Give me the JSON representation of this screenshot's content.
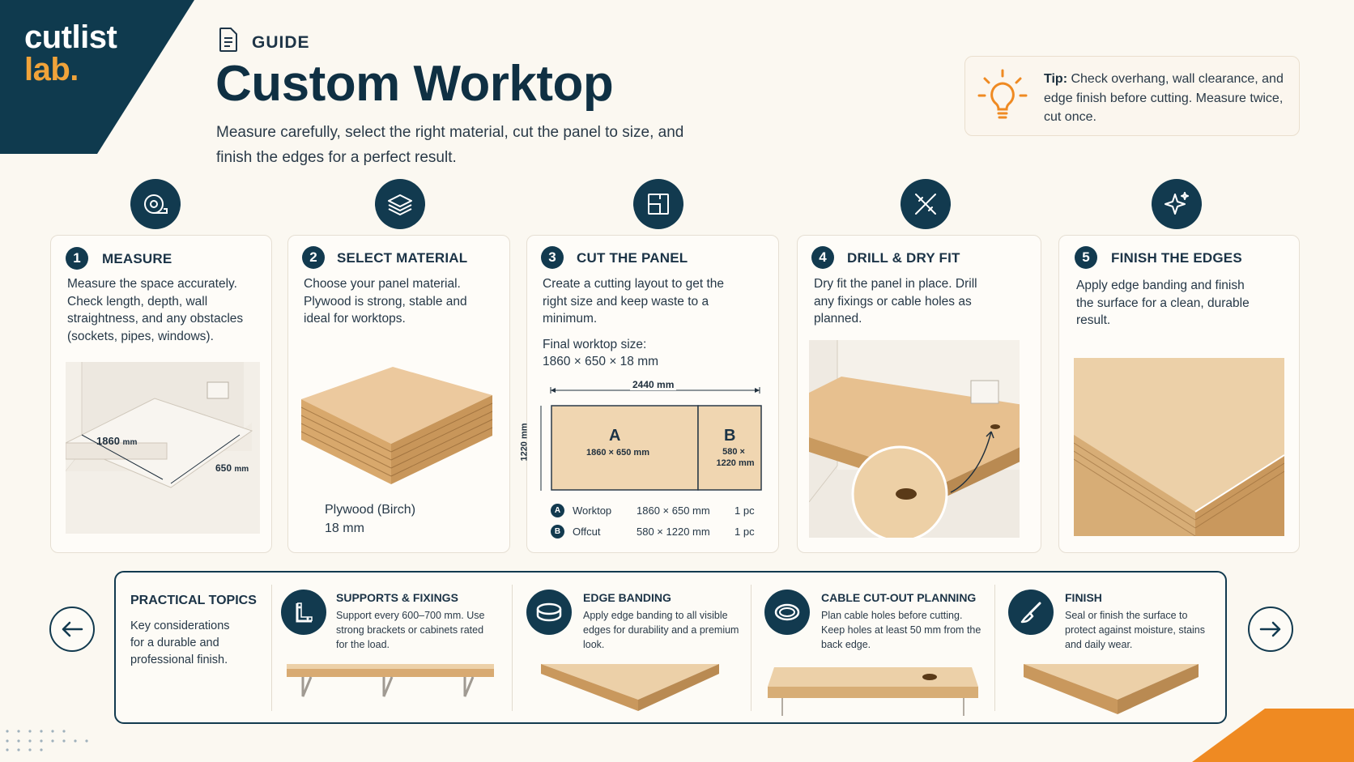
{
  "logo": {
    "line1": "cutlist",
    "line2": "lab."
  },
  "header": {
    "guide_label": "GUIDE",
    "title": "Custom Worktop",
    "subtitle": "Measure carefully, select the right material, cut the panel to size, and finish the edges for a perfect result."
  },
  "tip": {
    "bold": "Tip:",
    "text": " Check overhang, wall clearance, and edge finish before cutting. Measure twice, cut once."
  },
  "steps": [
    {
      "num": "1",
      "title": "MEASURE",
      "desc": "Measure the space accurately. Check length, depth, wall straightness, and any obstacles (sockets, pipes, windows).",
      "dim_length": "1860",
      "dim_depth": "650",
      "dim_unit": "mm"
    },
    {
      "num": "2",
      "title": "SELECT MATERIAL",
      "desc": "Choose your panel material. Plywood is strong, stable and ideal for worktops.",
      "material": "Plywood (Birch)",
      "thickness": "18 mm"
    },
    {
      "num": "3",
      "title": "CUT THE PANEL",
      "desc": "Create a cutting layout to get the right size and keep waste to a minimum.",
      "final_label": "Final worktop size:",
      "final_size": "1860 × 650 × 18 mm",
      "sheet_width": "2440 mm",
      "sheet_height": "1220 mm",
      "part_a": {
        "label": "A",
        "size": "1860 × 650 mm"
      },
      "part_b": {
        "label": "B",
        "size_line1": "580 ×",
        "size_line2": "1220 mm"
      },
      "parts": [
        {
          "key": "A",
          "name": "Worktop",
          "size": "1860 × 650 mm",
          "qty": "1 pc"
        },
        {
          "key": "B",
          "name": "Offcut",
          "size": "580 × 1220 mm",
          "qty": "1 pc"
        }
      ]
    },
    {
      "num": "4",
      "title": "DRILL & DRY FIT",
      "desc": "Dry fit the panel in place. Drill any fixings or cable holes as planned."
    },
    {
      "num": "5",
      "title": "FINISH THE EDGES",
      "desc": "Apply edge banding and finish the surface for a clean, durable result."
    }
  ],
  "topics": {
    "title": "PRACTICAL TOPICS",
    "desc": "Key considerations for a durable and professional finish.",
    "items": [
      {
        "title": "SUPPORTS & FIXINGS",
        "desc": "Support every 600–700 mm. Use strong brackets or cabinets rated for the load.",
        "icon": "bracket-icon"
      },
      {
        "title": "EDGE BANDING",
        "desc": "Apply edge banding to all visible edges for durability and a premium look.",
        "icon": "edge-roll-icon"
      },
      {
        "title": "CABLE CUT-OUT PLANNING",
        "desc": "Plan cable holes before cutting. Keep holes at least 50 mm from the back edge.",
        "icon": "cable-grommet-icon"
      },
      {
        "title": "FINISH",
        "desc": "Seal or finish the surface to protect against moisture, stains and daily wear.",
        "icon": "brush-icon"
      }
    ]
  },
  "colors": {
    "navy": "#123a4f",
    "orange": "#ef8a22",
    "wood": "#e9c89c",
    "background": "#fbf8f1"
  }
}
